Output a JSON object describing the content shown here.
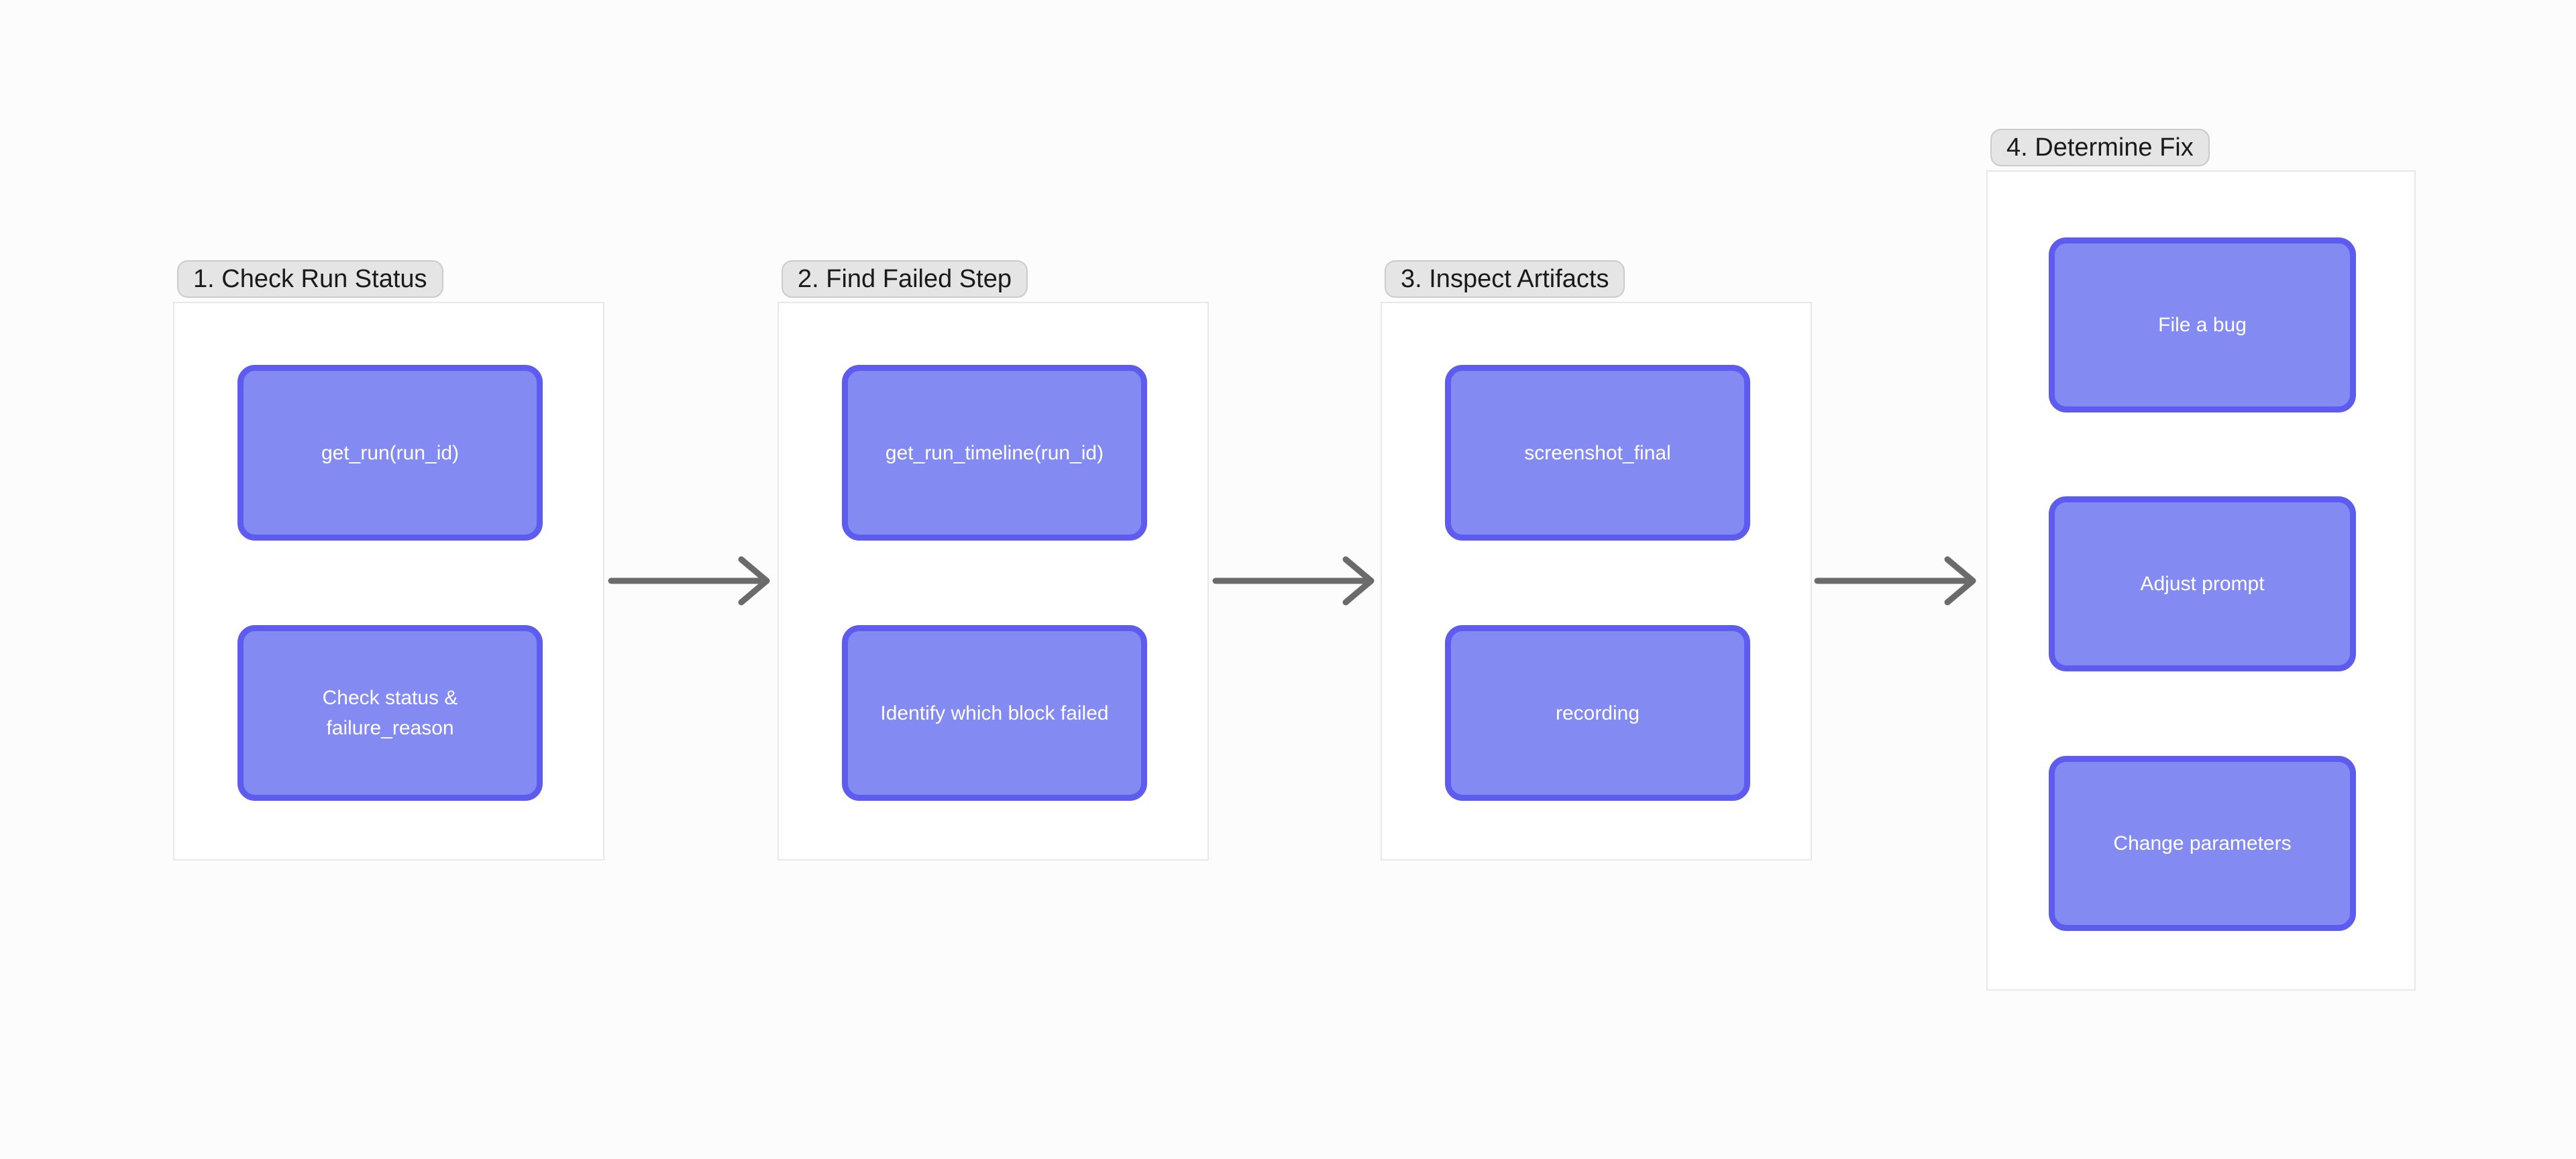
{
  "colors": {
    "page-bg": "#fcfcfc",
    "frame-bg": "#ffffff",
    "frame-border": "#e8e8e8",
    "pill-bg": "#e5e5e5",
    "pill-border": "#cbcbcb",
    "pill-text": "#1a1a1a",
    "node-fill": "#838af2",
    "node-border": "#5d5cee",
    "node-text": "#ffffff",
    "arrow": "#6b6b6b"
  },
  "groups": [
    {
      "label": "1. Check Run Status",
      "nodes": [
        "get_run(run_id)",
        "Check status & failure_reason"
      ]
    },
    {
      "label": "2. Find Failed Step",
      "nodes": [
        "get_run_timeline(run_id)",
        "Identify which block failed"
      ]
    },
    {
      "label": "3. Inspect Artifacts",
      "nodes": [
        "screenshot_final",
        "recording"
      ]
    },
    {
      "label": "4. Determine Fix",
      "nodes": [
        "File a bug",
        "Adjust prompt",
        "Change parameters"
      ]
    }
  ],
  "arrows": [
    {
      "from": "1. Check Run Status",
      "to": "2. Find Failed Step"
    },
    {
      "from": "2. Find Failed Step",
      "to": "3. Inspect Artifacts"
    },
    {
      "from": "3. Inspect Artifacts",
      "to": "4. Determine Fix"
    }
  ]
}
